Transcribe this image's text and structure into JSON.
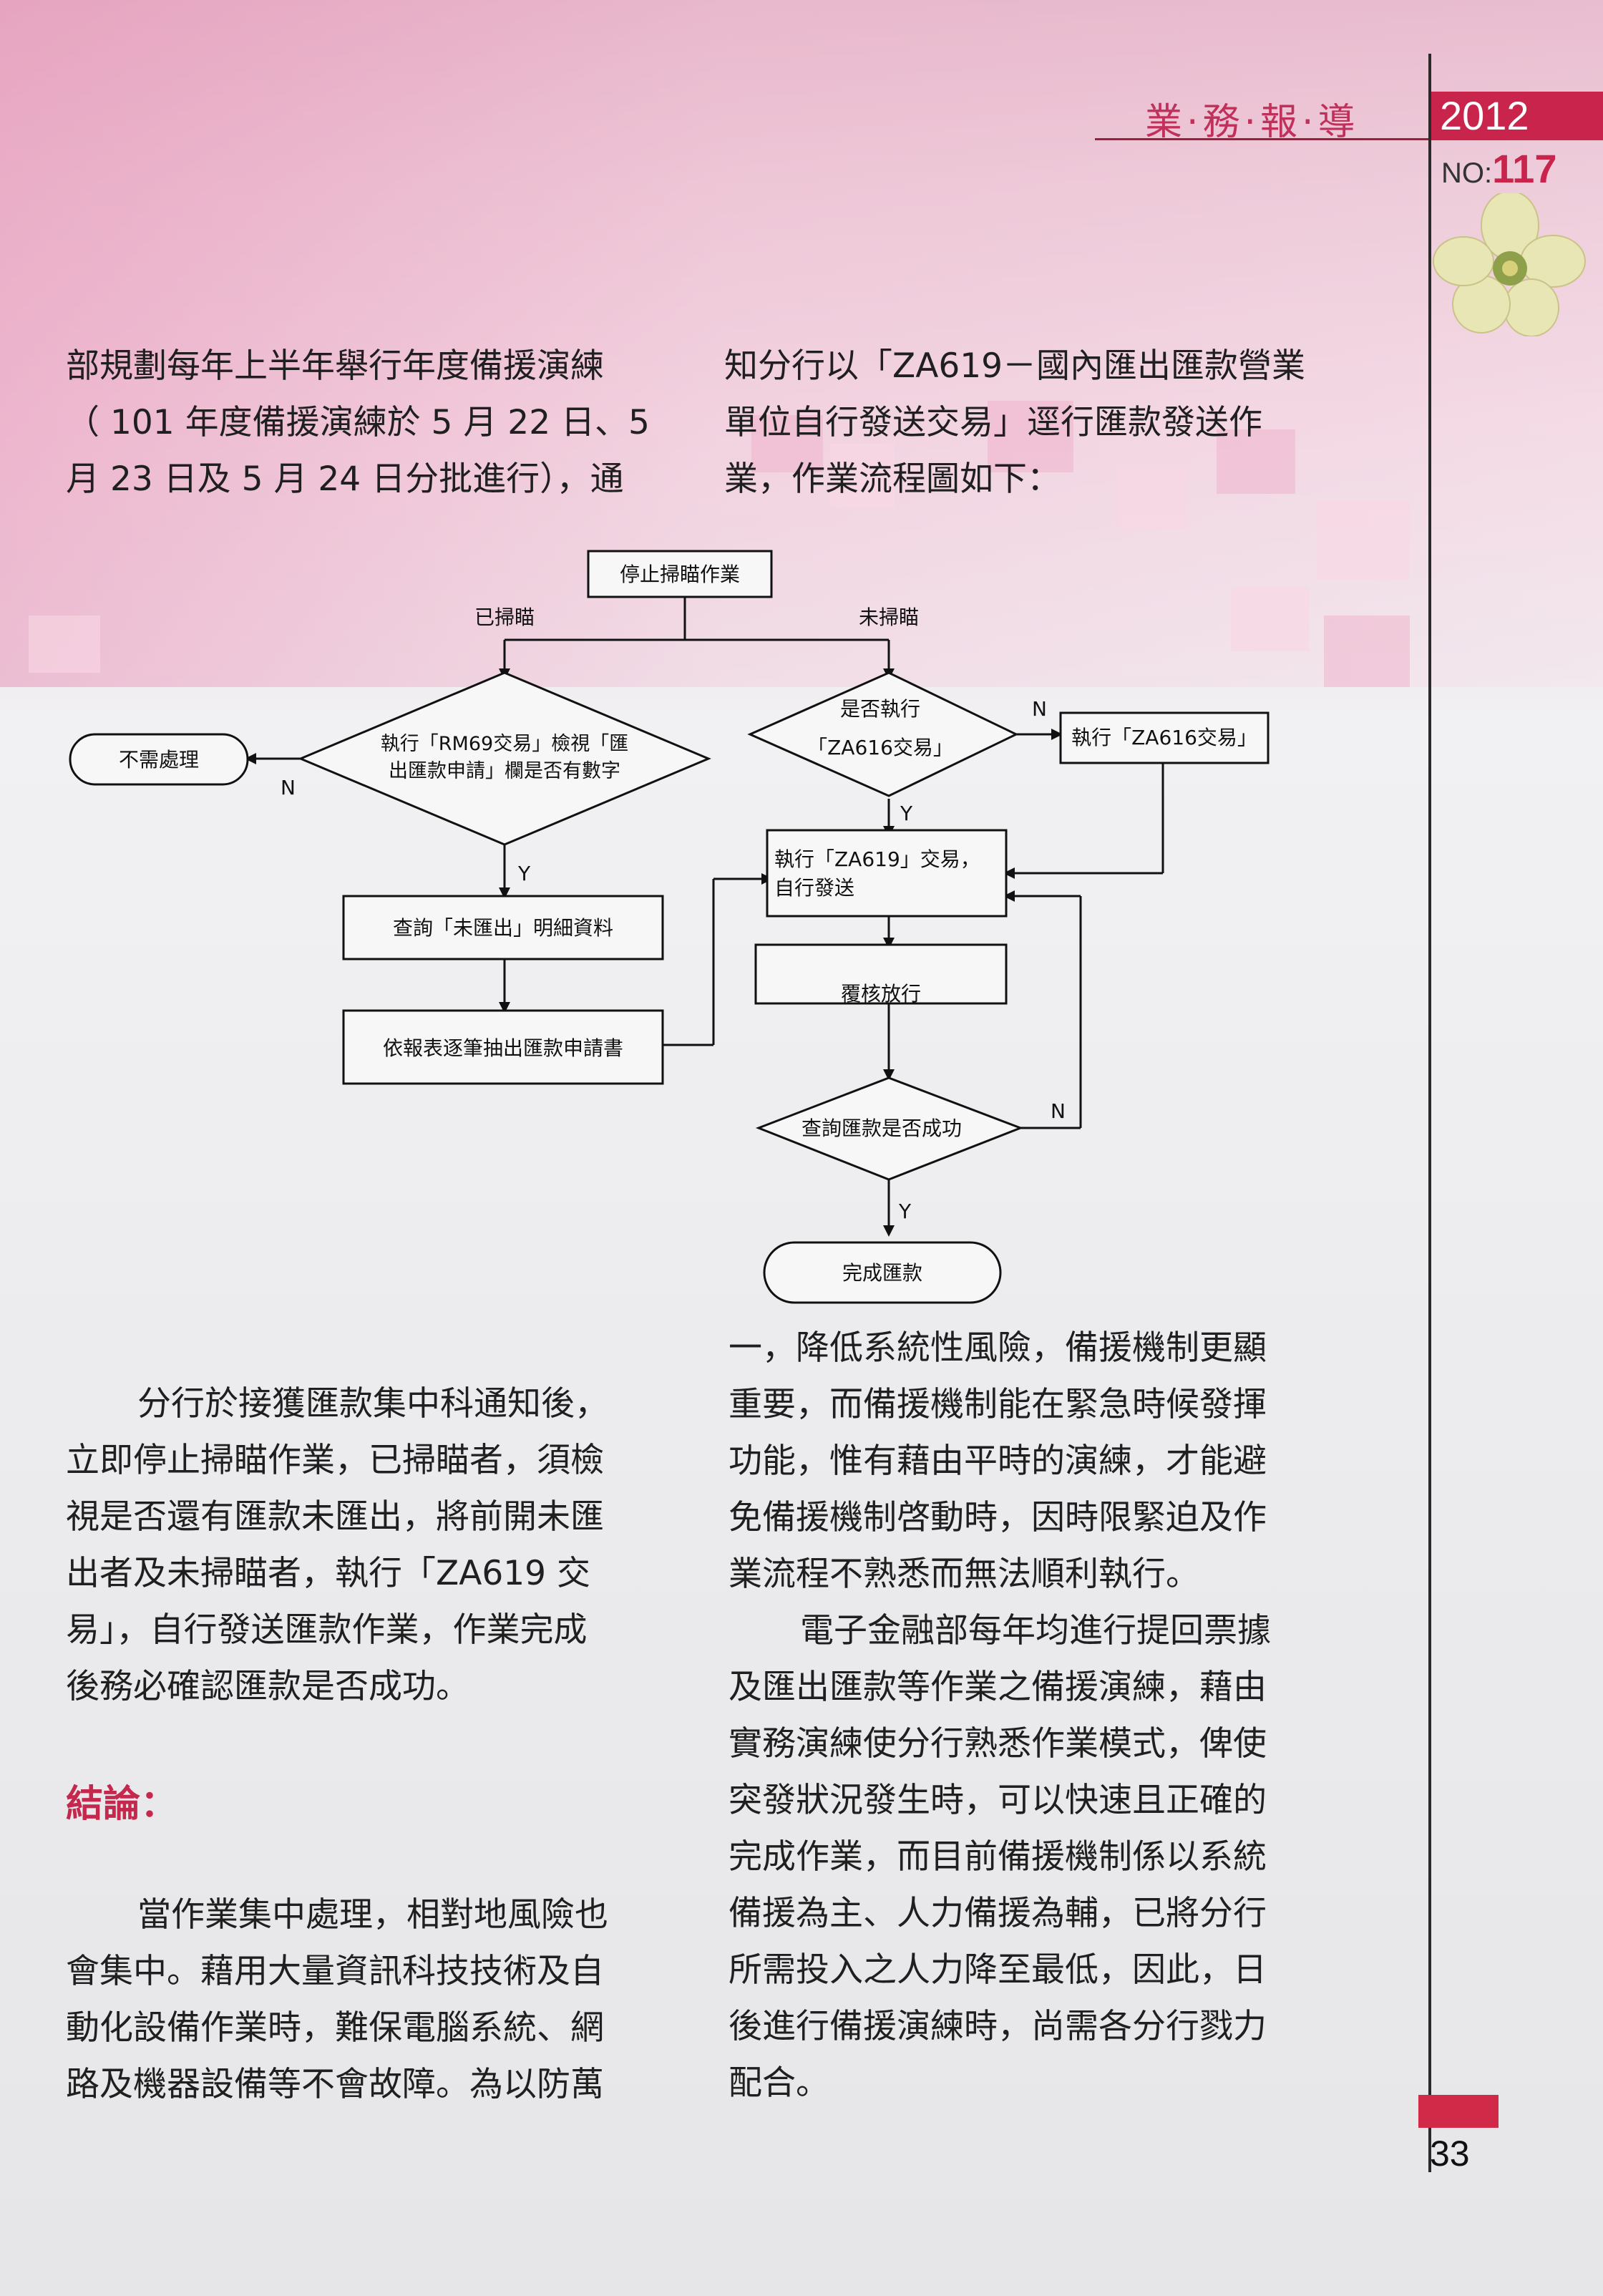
{
  "header": {
    "section_title": "業·務·報·導",
    "year": "2012",
    "issue_label": "NO:",
    "issue_number": "117"
  },
  "top_left_lines": [
    "部規劃每年上半年舉行年度備援演練",
    "（ 101 年度備援演練於 5 月 22 日、5",
    "月 23 日及 5 月 24 日分批進行），通"
  ],
  "top_right_lines": [
    "知分行以「ZA619－國內匯出匯款營業",
    "單位自行發送交易」逕行匯款發送作",
    "業，作業流程圖如下："
  ],
  "flowchart": {
    "start": "停止掃瞄作業",
    "branch_scanned": "已掃瞄",
    "branch_unscanned": "未掃瞄",
    "decision_rm69_line1": "執行「RM69交易」檢視「匯",
    "decision_rm69_line2": "出匯款申請」欄是否有數字",
    "no_action": "不需處理",
    "query_unsent": "查詢「未匯出」明細資料",
    "extract_forms": "依報表逐筆抽出匯款申請書",
    "decision_za616_line1": "是否執行",
    "decision_za616_line2": "「ZA616交易」",
    "exec_za616": "執行「ZA616交易」",
    "exec_za619_line1": "執行「ZA619」交易，",
    "exec_za619_line2": "自行發送",
    "review_release": "覆核放行",
    "decision_success": "查詢匯款是否成功",
    "complete": "完成匯款",
    "yes": "Y",
    "no": "N"
  },
  "bottom_left_lines": [
    "分行於接獲匯款集中科通知後，",
    "立即停止掃瞄作業，已掃瞄者，須檢",
    "視是否還有匯款未匯出，將前開未匯",
    "出者及未掃瞄者，執行「ZA619 交",
    "易」，自行發送匯款作業，作業完成",
    "後務必確認匯款是否成功。"
  ],
  "conclusion_heading": "結論：",
  "conclusion_lines": [
    "當作業集中處理，相對地風險也",
    "會集中。藉用大量資訊科技技術及自",
    "動化設備作業時，難保電腦系統、網",
    "路及機器設備等不會故障。為以防萬"
  ],
  "bottom_right_lines": [
    "一，降低系統性風險，備援機制更顯",
    "重要，而備援機制能在緊急時候發揮",
    "功能，惟有藉由平時的演練，才能避",
    "免備援機制啓動時，因時限緊迫及作",
    "業流程不熟悉而無法順利執行。",
    "電子金融部每年均進行提回票據",
    "及匯出匯款等作業之備援演練，藉由",
    "實務演練使分行熟悉作業模式，俾使",
    "突發狀況發生時，可以快速且正確的",
    "完成作業，而目前備援機制係以系統",
    "備援為主、人力備援為輔，已將分行",
    "所需投入之人力降至最低，因此，日",
    "後進行備援演練時，尚需各分行戮力",
    "配合。"
  ],
  "page_number": "33"
}
